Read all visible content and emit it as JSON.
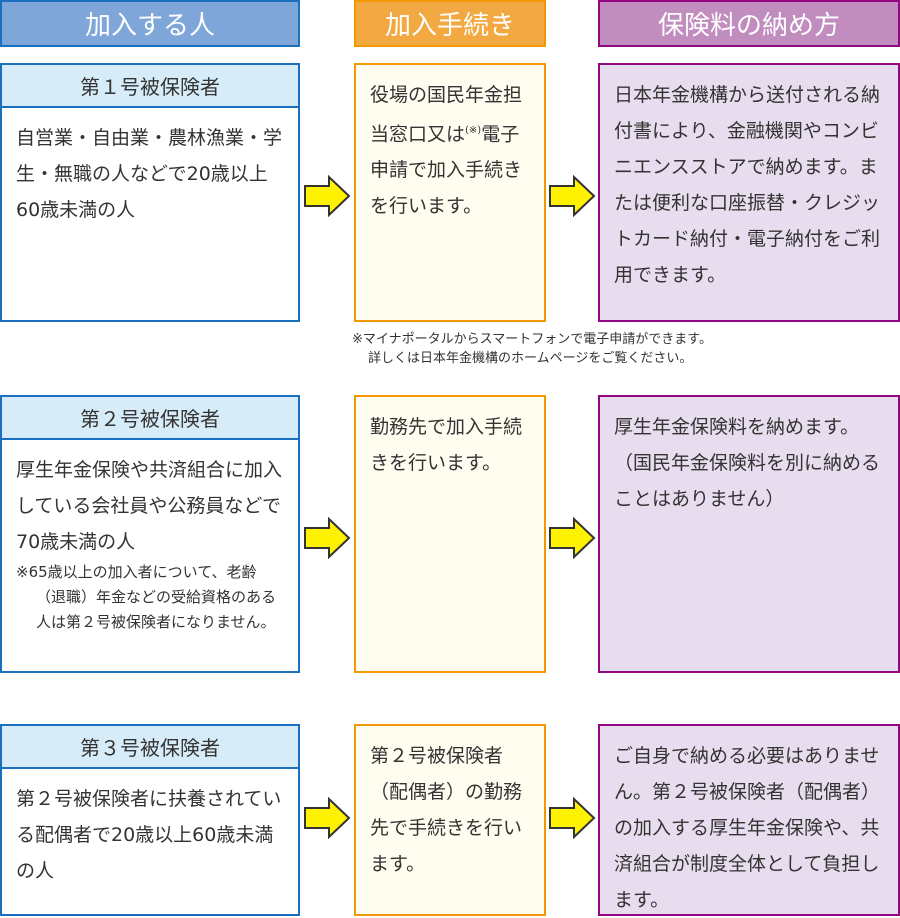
{
  "headers": {
    "who": "加入する人",
    "procedure": "加入手続き",
    "payment": "保険料の納め方"
  },
  "rows": [
    {
      "category": "第１号被保険者",
      "who": "自営業・自由業・農林漁業・学生・無職の人などで20歳以上60歳未満の人",
      "procedure": "役場の国民年金担当窓口又は",
      "procedure_mark": "(※)",
      "procedure_rest": "電子申請で加入手続きを行います。",
      "payment": "日本年金機構から送付される納付書により、金融機関やコンビニエンスストアで納めます。または便利な口座振替・クレジットカード納付・電子納付をご利用できます。"
    },
    {
      "category": "第２号被保険者",
      "who": "厚生年金保険や共済組合に加入している会社員や公務員などで70歳未満の人",
      "who_note": "※65歳以上の加入者について、老齢（退職）年金などの受給資格のある人は第２号被保険者になりません。",
      "procedure": "勤務先で加入手続きを行います。",
      "payment": "厚生年金保険料を納めます。（国民年金保険料を別に納めることはありません）"
    },
    {
      "category": "第３号被保険者",
      "who": "第２号被保険者に扶養されている配偶者で20歳以上60歳未満の人",
      "procedure": "第２号被保険者（配偶者）の勤務先で手続きを行います。",
      "payment": "ご自身で納める必要はありません。第２号被保険者（配偶者）の加入する厚生年金保険や、共済組合が制度全体として負担します。"
    }
  ],
  "footnote": {
    "line1": "※マイナポータルからスマートフォンで電子申請ができます。",
    "line2": "詳しくは日本年金機構のホームページをご覧ください。"
  },
  "colors": {
    "blue": "#1a6fbf",
    "orange": "#f39800",
    "purple": "#920783",
    "arrow": "#fff200"
  }
}
